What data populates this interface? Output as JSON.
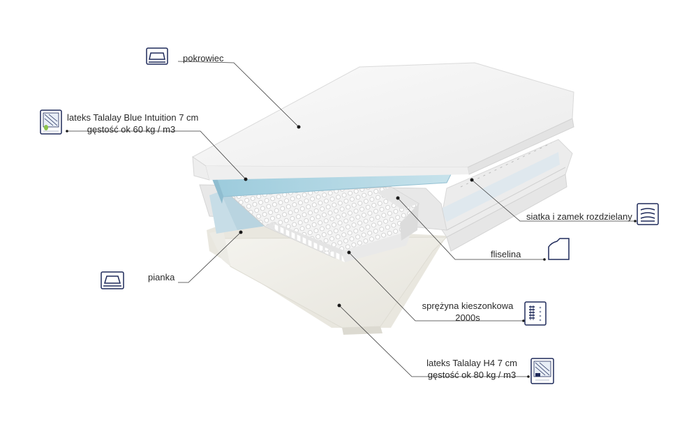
{
  "labels": {
    "cover": "pokrowiec",
    "latex_top_line1": "lateks Talalay Blue Intuition 7 cm",
    "latex_top_line2": "gęstość ok 60 kg / m3",
    "foam": "pianka",
    "mesh_zipper": "siatka i zamek rozdzielany",
    "fleece": "fliselina",
    "spring_line1": "sprężyna kieszonkowa",
    "spring_line2": "2000s",
    "latex_bottom_line1": "lateks Talalay H4 7 cm",
    "latex_bottom_line2": "gęstość ok 80 kg / m3"
  },
  "colors": {
    "icon_stroke": "#1f2a5a",
    "leader_line": "#3a3a3a",
    "cover_fill": "#f4f4f4",
    "blue_latex": "#a9d3e2",
    "spring_fill": "#eeeeee",
    "base_latex": "#f0efe8"
  },
  "icons": [
    "mattress-cover-icon",
    "latex-blue-icon",
    "foam-icon",
    "mesh-zipper-icon",
    "fleece-icon",
    "pocket-spring-icon",
    "latex-h4-icon"
  ]
}
